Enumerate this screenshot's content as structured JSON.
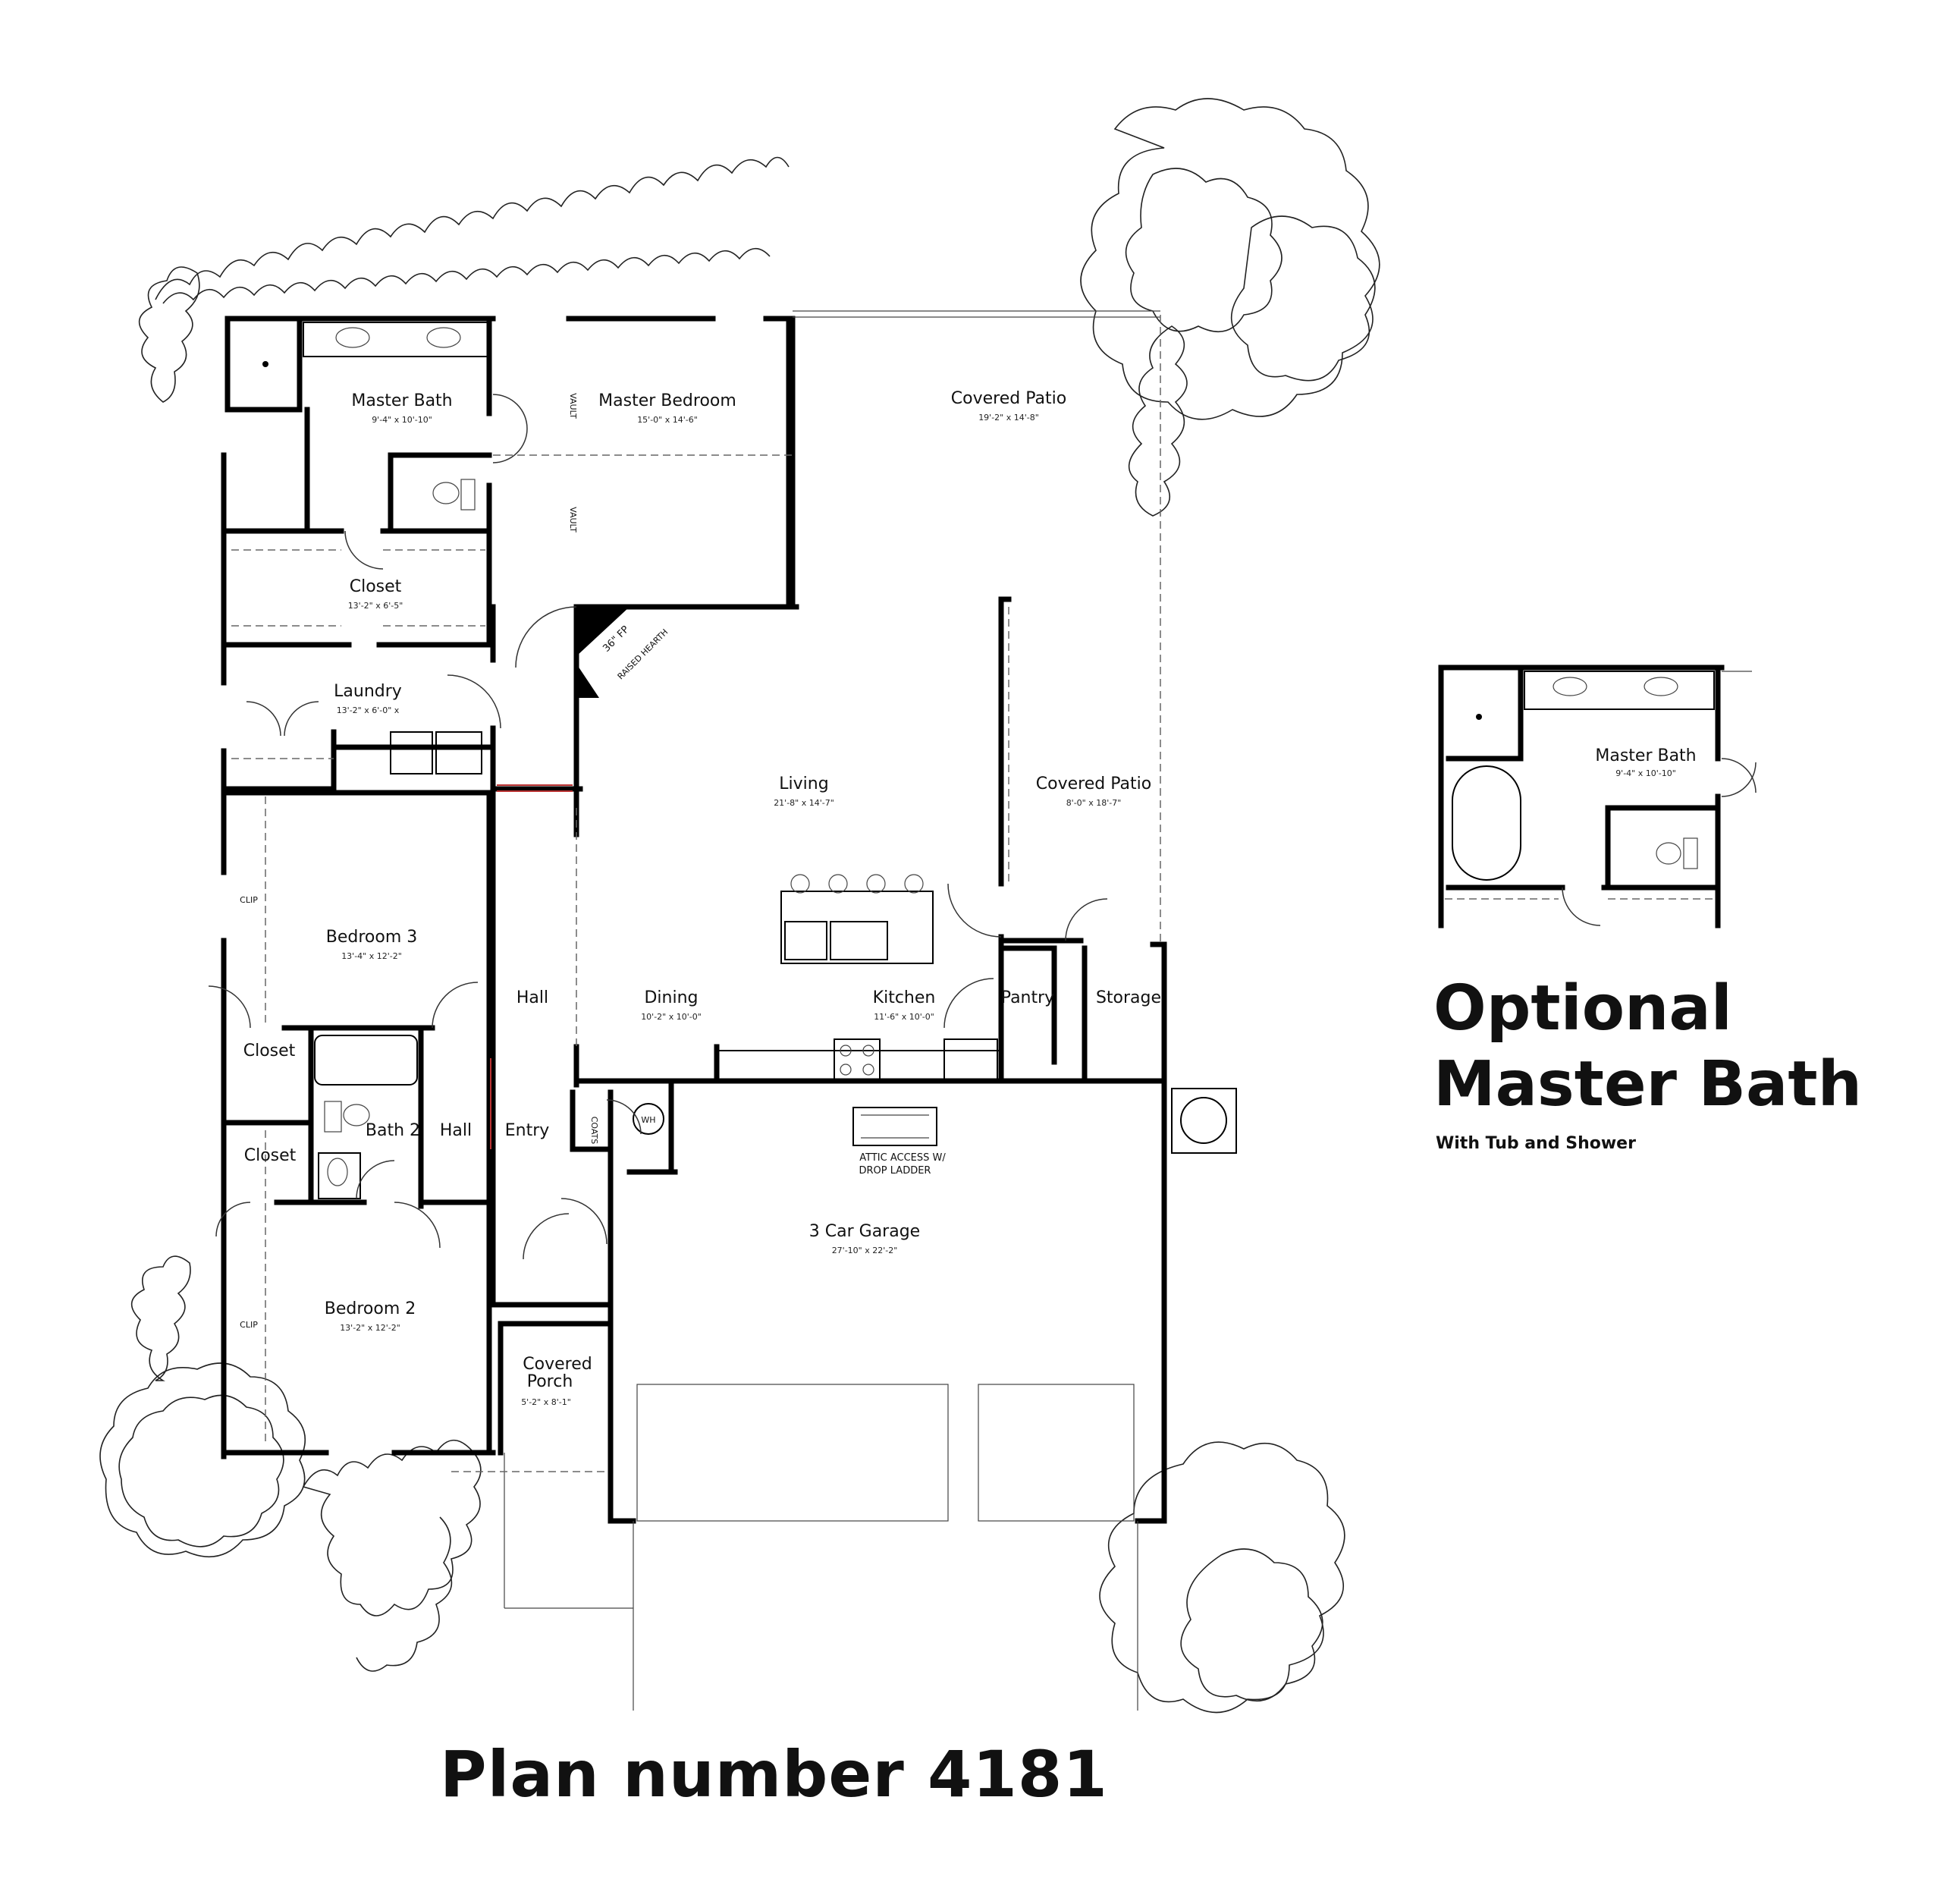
{
  "plan": {
    "title": "Plan number 4181",
    "rooms": {
      "master_bath": {
        "name": "Master Bath",
        "dims": "9'-4\" x 10'-10\""
      },
      "master_bedroom": {
        "name": "Master Bedroom",
        "dims": "15'-0\" x 14'-6\""
      },
      "covered_patio_top": {
        "name": "Covered Patio",
        "dims": "19'-2\" x 14'-8\""
      },
      "closet_main": {
        "name": "Closet",
        "dims": "13'-2\" x 6'-5\""
      },
      "laundry": {
        "name": "Laundry",
        "dims": "13'-2\" x 6'-0\" x"
      },
      "living": {
        "name": "Living",
        "dims": "21'-8\" x 14'-7\""
      },
      "covered_patio_side": {
        "name": "Covered Patio",
        "dims": "8'-0\" x 18'-7\""
      },
      "bedroom3": {
        "name": "Bedroom 3",
        "dims": "13'-4\" x 12'-2\""
      },
      "hall_upper": {
        "name": "Hall"
      },
      "dining": {
        "name": "Dining",
        "dims": "10'-2\" x 10'-0\""
      },
      "kitchen": {
        "name": "Kitchen",
        "dims": "11'-6\" x 10'-0\""
      },
      "pantry": {
        "name": "Pantry"
      },
      "storage": {
        "name": "Storage"
      },
      "closet_b3": {
        "name": "Closet"
      },
      "bath2": {
        "name": "Bath 2"
      },
      "hall_lower": {
        "name": "Hall"
      },
      "entry": {
        "name": "Entry"
      },
      "closet_b2": {
        "name": "Closet"
      },
      "garage": {
        "name": "3 Car Garage",
        "dims": "27'-10\" x 22'-2\""
      },
      "bedroom2": {
        "name": "Bedroom 2",
        "dims": "13'-2\" x 12'-2\""
      },
      "covered_porch": {
        "name_line1": "Covered",
        "name_line2": "Porch",
        "dims": "5'-2\" x 8'-1\""
      }
    },
    "annotations": {
      "vault_top": "VAULT",
      "vault_bottom": "VAULT",
      "fireplace": "36\" FP",
      "hearth": "RAISED HEARTH",
      "clip_upper": "CLIP",
      "clip_lower": "CLIP",
      "coats": "COATS",
      "water_heater": "WH",
      "attic_line1": "ATTIC ACCESS W/",
      "attic_line2": "DROP LADDER"
    }
  },
  "optional": {
    "title_line1": "Optional",
    "title_line2": "Master Bath",
    "subtitle": "With Tub and Shower",
    "room": {
      "name": "Master Bath",
      "dims": "9'-4\" x 10'-10\""
    }
  }
}
